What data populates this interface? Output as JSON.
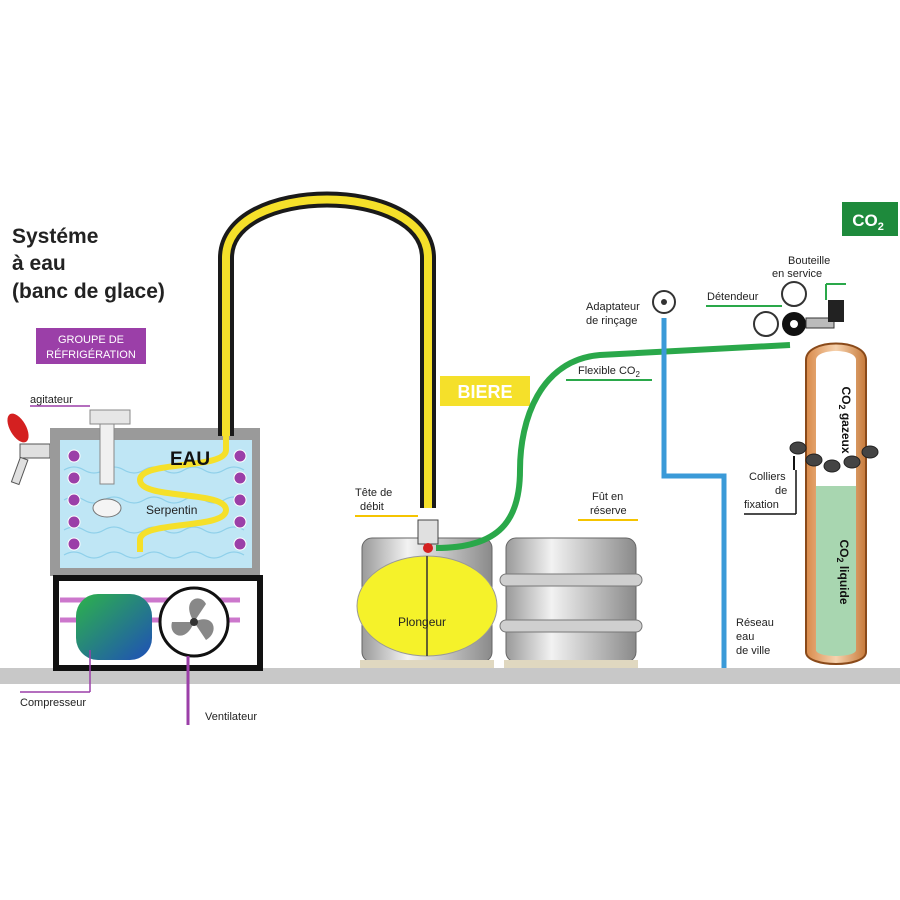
{
  "title": {
    "line1": "Systéme",
    "line2": "à eau",
    "line3": "(banc de glace)"
  },
  "groupe": {
    "line1": "GROUPE DE",
    "line2": "RÉFRIGÉRATION"
  },
  "labels": {
    "agitateur": "agitateur",
    "eau": "EAU",
    "serpentin": "Serpentin",
    "compresseur": "Compresseur",
    "ventilateur": "Ventilateur",
    "biere": "BIERE",
    "tete1": "Tête de",
    "tete2": "débit",
    "plongeur": "Plongeur",
    "fut1": "Fût en",
    "fut2": "réserve",
    "adapt1": "Adaptateur",
    "adapt2": "de rinçage",
    "flexible": "Flexible CO",
    "flexible_sub": "2",
    "reseau1": "Réseau",
    "reseau2": "eau",
    "reseau3": "de ville",
    "bouteille1": "Bouteille",
    "bouteille2": "en service",
    "detendeur": "Détendeur",
    "colliers1": "Colliers",
    "colliers2": "de",
    "colliers3": "fixation",
    "co2_badge": "CO",
    "co2_badge_sub": "2",
    "co2_gazeux_a": "CO",
    "co2_gazeux_sub": "2",
    "co2_gazeux_b": " gazeux",
    "co2_liquide_a": "CO",
    "co2_liquide_sub": "2",
    "co2_liquide_b": " liquide"
  },
  "colors": {
    "beer": "#f5e02a",
    "co2_line": "#2aa84a",
    "water_line": "#3a9ad8",
    "label_purple": "#9b3fa8",
    "co2_green": "#1e8a3c",
    "floor": "#c8c8c8"
  }
}
